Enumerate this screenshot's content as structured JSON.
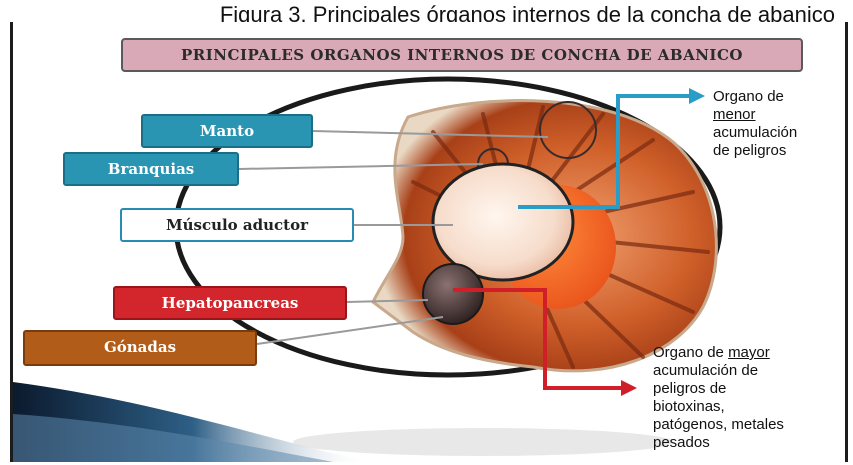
{
  "caption": "Figura 3. Principales órganos internos de la concha de abanico",
  "banner": "PRINCIPALES ORGANOS INTERNOS DE CONCHA DE ABANICO",
  "labels": {
    "manto": "Manto",
    "branquias": "Branquias",
    "musculo": "Músculo aductor",
    "hepatopancreas": "Hepatopancreas",
    "gonadas": "Gónadas"
  },
  "note_menor": {
    "line1": "Organo de",
    "underlined": "menor",
    "line3": "acumulación",
    "line4": "de peligros"
  },
  "note_mayor": {
    "prefix": "Organo de ",
    "underlined": "mayor",
    "line2": "acumulación de",
    "line3": "peligros de",
    "line4": "biotoxinas,",
    "line5": "patógenos, metales",
    "line6": "pesados"
  },
  "colors": {
    "label_blue": "#2a94b3",
    "label_red": "#d3262c",
    "label_brown": "#b25c1a",
    "banner_pink": "#d9a9b8",
    "arrow_blue": "#2a9cc8",
    "arrow_red": "#d11f2a"
  }
}
